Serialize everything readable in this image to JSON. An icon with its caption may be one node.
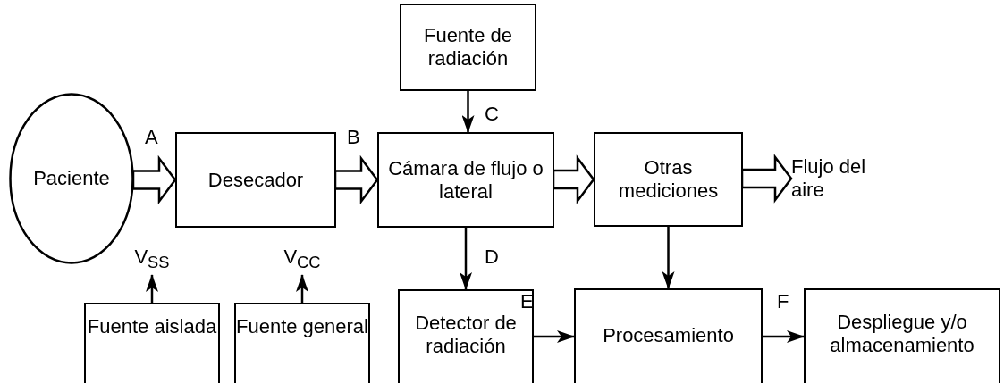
{
  "diagram": {
    "nodes": [
      {
        "text": [
          "Paciente"
        ]
      },
      {
        "text": [
          "Desecador"
        ]
      },
      {
        "text": [
          "Fuente de radiación"
        ]
      },
      {
        "text": [
          "Cámara de flujo o lateral"
        ]
      },
      {
        "text": [
          "Otras mediciones"
        ]
      },
      {
        "text": [
          "Flujo del aire"
        ]
      },
      {
        "text": [
          "Fuente aislada"
        ]
      },
      {
        "text": [
          "Fuente general"
        ]
      },
      {
        "text": [
          "Detector de radiación"
        ]
      },
      {
        "text": [
          "Procesamiento"
        ]
      },
      {
        "text": [
          "Despliegue y/o almacenamiento"
        ]
      },
      {
        "text": [
          "V$_{SS}$"
        ]
      },
      {
        "text": [
          "V$_{CC}$"
        ]
      }
    ],
    "edges": [
      {
        "from": 0,
        "to": 1,
        "arrow": "to",
        "style": "thick",
        "label": "A"
      },
      {
        "from": 1,
        "to": 3,
        "arrow": "to",
        "style": "thick",
        "label": "B"
      },
      {
        "from": 2,
        "to": 3,
        "arrow": "to",
        "label": "C"
      },
      {
        "from": 3,
        "to": 4,
        "arrow": "to",
        "style": "thick"
      },
      {
        "from": 4,
        "to": 5,
        "arrow": "to",
        "style": "thick"
      },
      {
        "from": 3,
        "to": 8,
        "arrow": "to",
        "label": "D"
      },
      {
        "from": 4,
        "to": 9,
        "arrow": "to"
      },
      {
        "from": 8,
        "to": 9,
        "arrow": "to",
        "label": "E"
      },
      {
        "from": 9,
        "to": 10,
        "arrow": "to",
        "label": "F"
      },
      {
        "from": 6,
        "to": 11,
        "arrow": "to"
      },
      {
        "from": 7,
        "to": 12,
        "arrow": "to"
      }
    ]
  }
}
